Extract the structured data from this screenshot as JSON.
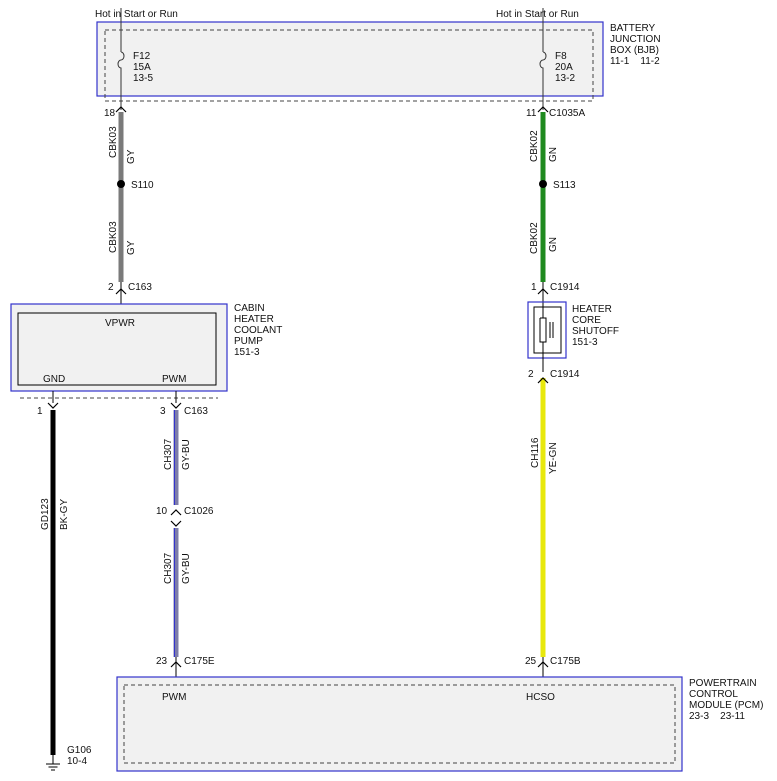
{
  "colors": {
    "gray": "#7a7a7a",
    "green": "#1f8a1f",
    "yellow": "#e8e80c",
    "blue": "#3333cc",
    "black": "#000000",
    "box_fill": "#f1f1f1"
  },
  "power_labels": {
    "left": "Hot in Start or Run",
    "right": "Hot in Start or Run"
  },
  "bjb": {
    "name_lines": [
      "BATTERY",
      "JUNCTION",
      "BOX (BJB)",
      "11-1    11-2"
    ],
    "fuse_left": [
      "F12",
      "15A",
      "13-5"
    ],
    "fuse_right": [
      "F8",
      "20A",
      "13-2"
    ]
  },
  "left_circuit": {
    "pin_top": "18",
    "circuit_1": "CBK03",
    "color_1": "GY",
    "splice": "S110",
    "circuit_2": "CBK03",
    "color_2": "GY",
    "pin_pump": "2",
    "conn_pump": "C163"
  },
  "right_circuit": {
    "pin_top": "11",
    "conn_top": "C1035A",
    "circuit_1": "CBK02",
    "color_1": "GN",
    "splice": "S113",
    "circuit_2": "CBK02",
    "color_2": "GN",
    "pin_valve_in": "1",
    "conn_valve_in": "C1914",
    "pin_valve_out": "2",
    "conn_valve_out": "C1914",
    "circuit_3": "CH116",
    "color_3": "YE-GN",
    "pin_pcm": "25",
    "conn_pcm": "C175B"
  },
  "pump": {
    "name_lines": [
      "CABIN",
      "HEATER",
      "COOLANT",
      "PUMP",
      "151-3"
    ],
    "terminal_vpwr": "VPWR",
    "terminal_gnd": "GND",
    "terminal_pwm": "PWM"
  },
  "valve": {
    "name_lines": [
      "HEATER",
      "CORE",
      "SHUTOFF",
      "151-3"
    ]
  },
  "ground_circuit": {
    "pin": "1",
    "circuit": "GD123",
    "color": "BK-GY",
    "ground_name": "G106",
    "ground_ref": "10-4"
  },
  "pwm_circuit": {
    "pin_pump": "3",
    "conn_pump": "C163",
    "circuit_1": "CH307",
    "color_1": "GY-BU",
    "pin_inline": "10",
    "conn_inline": "C1026",
    "circuit_2": "CH307",
    "color_2": "GY-BU",
    "pin_pcm": "23",
    "conn_pcm": "C175E"
  },
  "pcm": {
    "name_lines": [
      "POWERTRAIN",
      "CONTROL",
      "MODULE (PCM)",
      "23-3    23-11"
    ],
    "terminal_pwm": "PWM",
    "terminal_hcso": "HCSO"
  }
}
